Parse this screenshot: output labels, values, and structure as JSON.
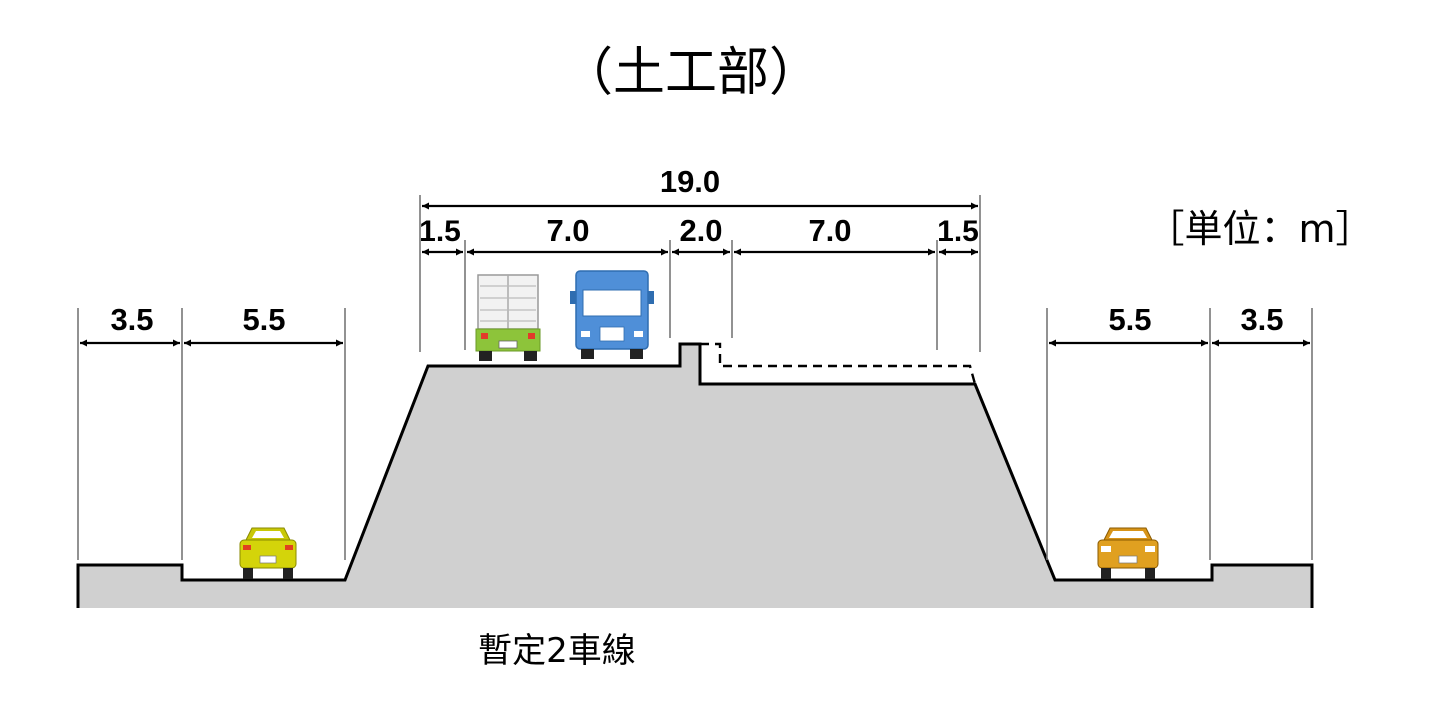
{
  "title": "（土工部）",
  "unit_label": "［単位：m］",
  "caption": "暫定2車線",
  "dimensions": {
    "total": "19.0",
    "top_segments": [
      "1.5",
      "7.0",
      "2.0",
      "7.0",
      "1.5"
    ],
    "left_segments": [
      "3.5",
      "5.5"
    ],
    "right_segments": [
      "5.5",
      "3.5"
    ]
  },
  "colors": {
    "embankment": "#d0d0d0",
    "outline": "#000000",
    "left_car": "#d4d40a",
    "right_car": "#e0a020",
    "box_truck_cab": "#8dc43a",
    "blue_truck": "#4f8fd8"
  },
  "icons": [
    "box-truck-icon",
    "blue-truck-icon",
    "left-car-icon",
    "right-car-icon"
  ]
}
